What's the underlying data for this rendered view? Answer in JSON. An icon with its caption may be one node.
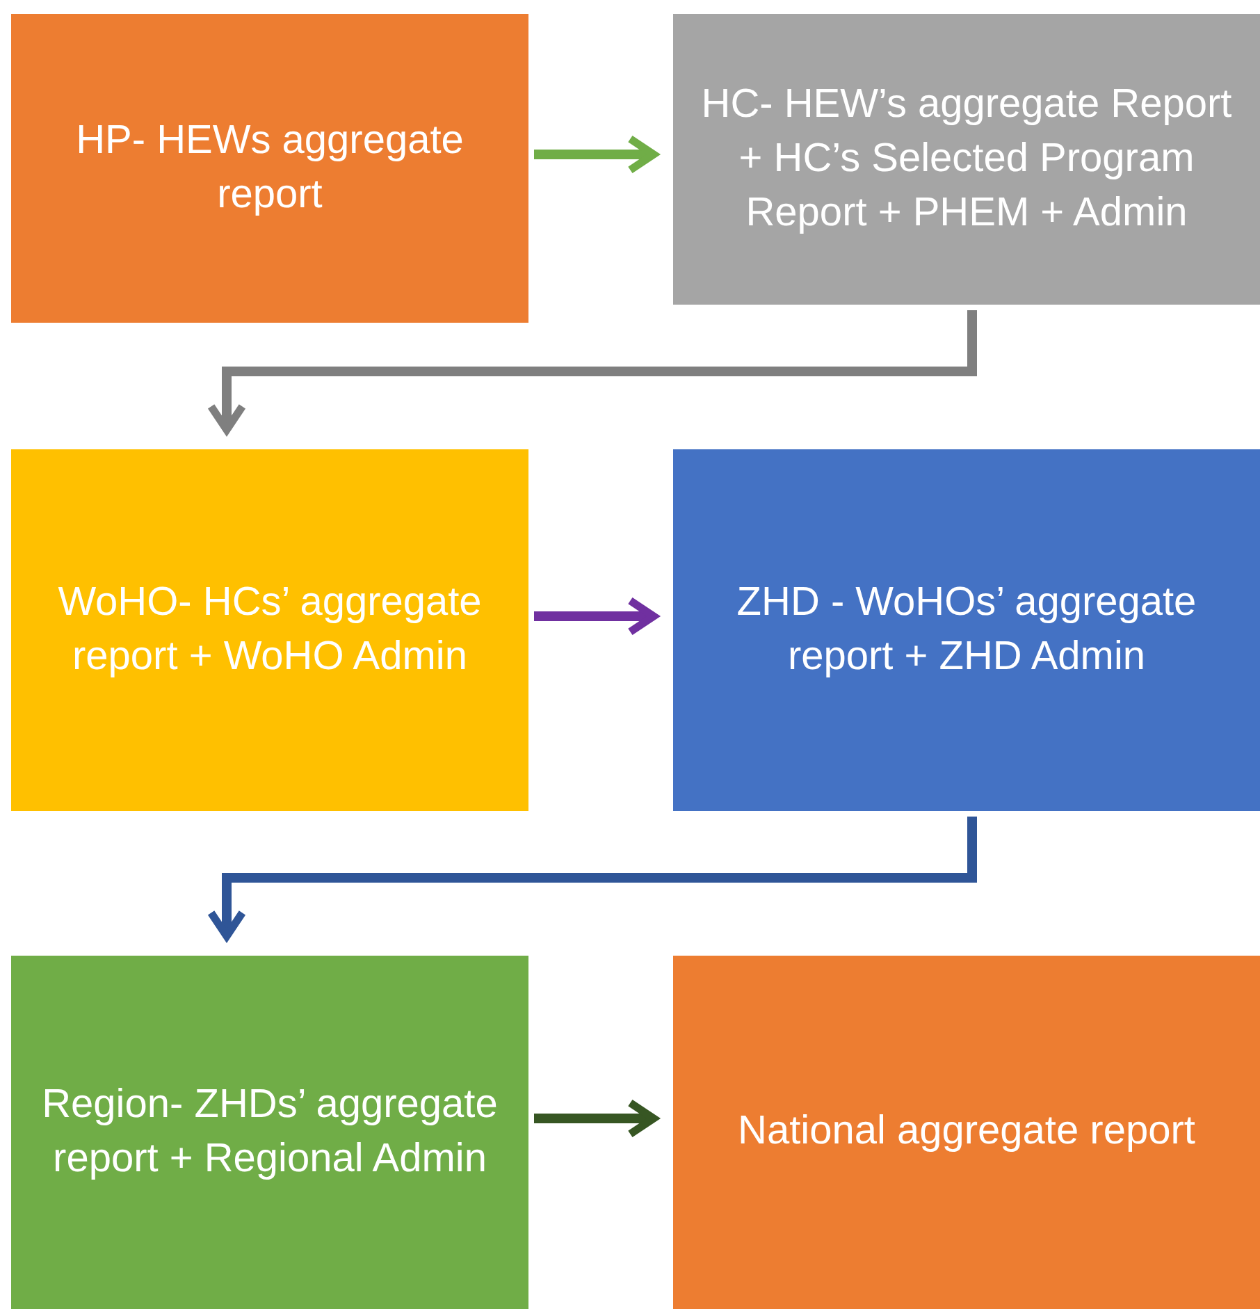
{
  "diagram": {
    "nodes": [
      {
        "text": [
          "HP- HEWs aggregate report"
        ]
      },
      {
        "text": [
          "HC- HEW’s aggregate Report + HC’s Selected Program Report + PHEM + Admin"
        ]
      },
      {
        "text": [
          "WoHO- HCs’ aggregate report + WoHO Admin"
        ]
      },
      {
        "text": [
          "ZHD - WoHOs’ aggregate report + ZHD Admin"
        ]
      },
      {
        "text": [
          "Region- ZHDs’ aggregate report + Regional Admin"
        ]
      },
      {
        "text": [
          "National aggregate report"
        ]
      }
    ],
    "edges": [
      {
        "from": 0,
        "to": 1,
        "arrow": "to",
        "color": "#70ad47"
      },
      {
        "from": 1,
        "to": 2,
        "arrow": "to",
        "color": "#7f7f7f"
      },
      {
        "from": 2,
        "to": 3,
        "arrow": "to",
        "color": "#7030a0"
      },
      {
        "from": 3,
        "to": 4,
        "arrow": "to",
        "color": "#2f5597"
      },
      {
        "from": 4,
        "to": 5,
        "arrow": "to",
        "color": "#375623"
      }
    ]
  }
}
